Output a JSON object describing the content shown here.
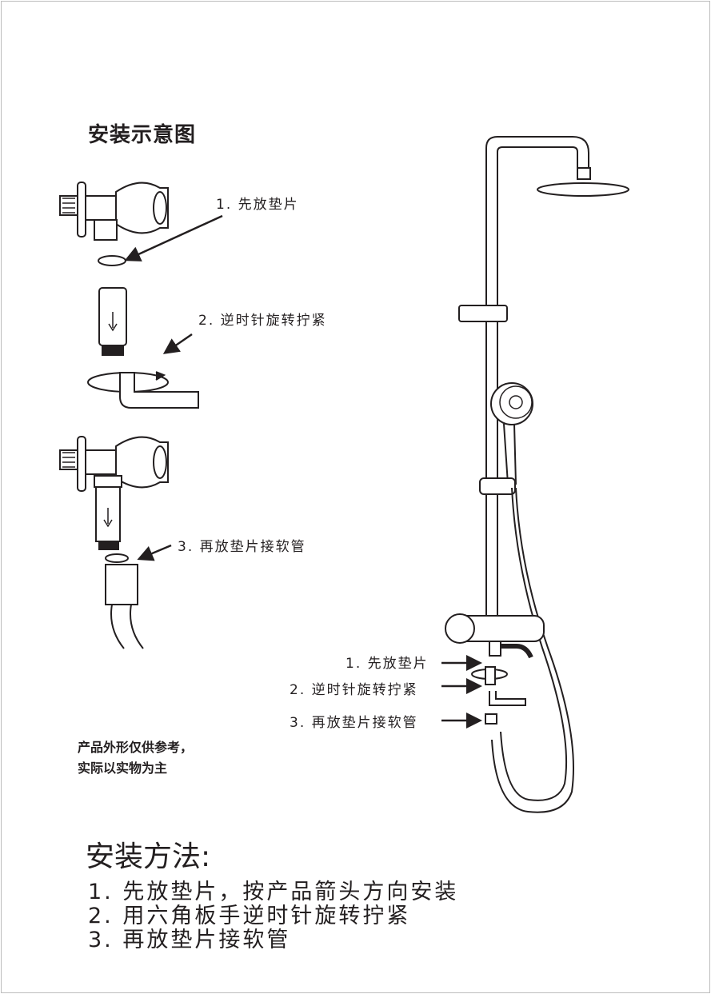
{
  "diagram_title": "安装示意图",
  "left_callouts": [
    "1. 先放垫片",
    "2. 逆时针旋转拧紧",
    "3. 再放垫片接软管"
  ],
  "right_callouts": [
    "1. 先放垫片",
    "2. 逆时针旋转拧紧",
    "3. 再放垫片接软管"
  ],
  "note": [
    "产品外形仅供参考，",
    "实际以实物为主"
  ],
  "method_title": "安装方法:",
  "method_steps": [
    "1. 先放垫片，按产品箭头方向安装",
    "2. 用六角板手逆时针旋转拧紧",
    "3. 再放垫片接软管"
  ]
}
